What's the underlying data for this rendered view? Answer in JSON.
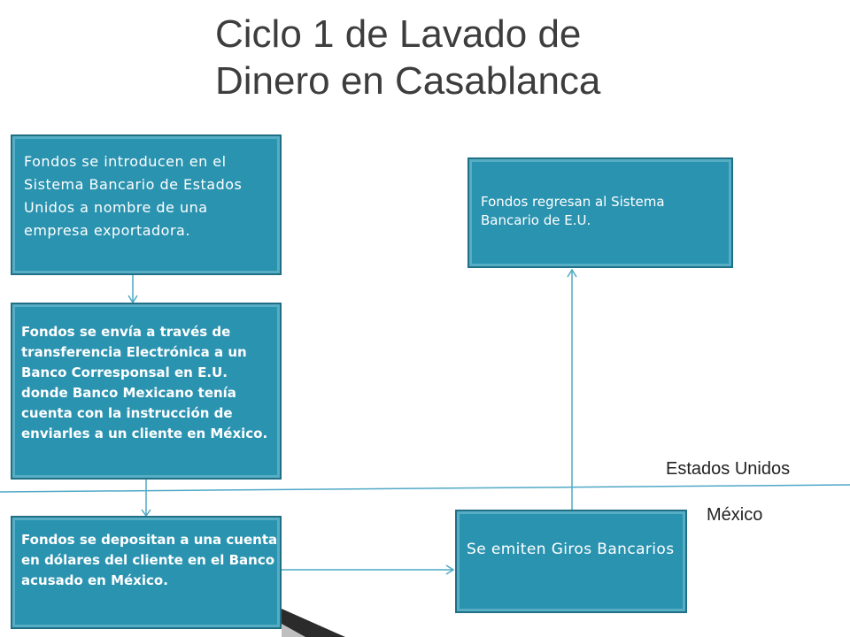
{
  "title": {
    "line1": "Ciclo 1 de Lavado de",
    "line2": "Dinero en Casablanca"
  },
  "boxes": {
    "funds_intro": "Fondos se introducen en el Sistema Bancario de Estados Unidos a nombre de una empresa exportadora.",
    "wire_transfer": "Fondos se envía a través de transferencia Electrónica a un Banco Corresponsal en E.U. donde Banco Mexicano tenía cuenta con la instrucción de enviarles a un cliente en México.",
    "deposit_mexico": "Fondos se depositan a una cuenta en dólares del cliente en el Banco acusado en México.",
    "funds_return": "Fondos regresan al Sistema Bancario de E.U.",
    "bank_drafts": "Se emiten Giros Bancarios"
  },
  "labels": {
    "us": "Estados Unidos",
    "mexico": "México"
  },
  "colors": {
    "box_fill": "#2a93b0",
    "box_border": "#1f6f85",
    "arrow": "#4fa8c6",
    "title": "#3d3d3d"
  }
}
